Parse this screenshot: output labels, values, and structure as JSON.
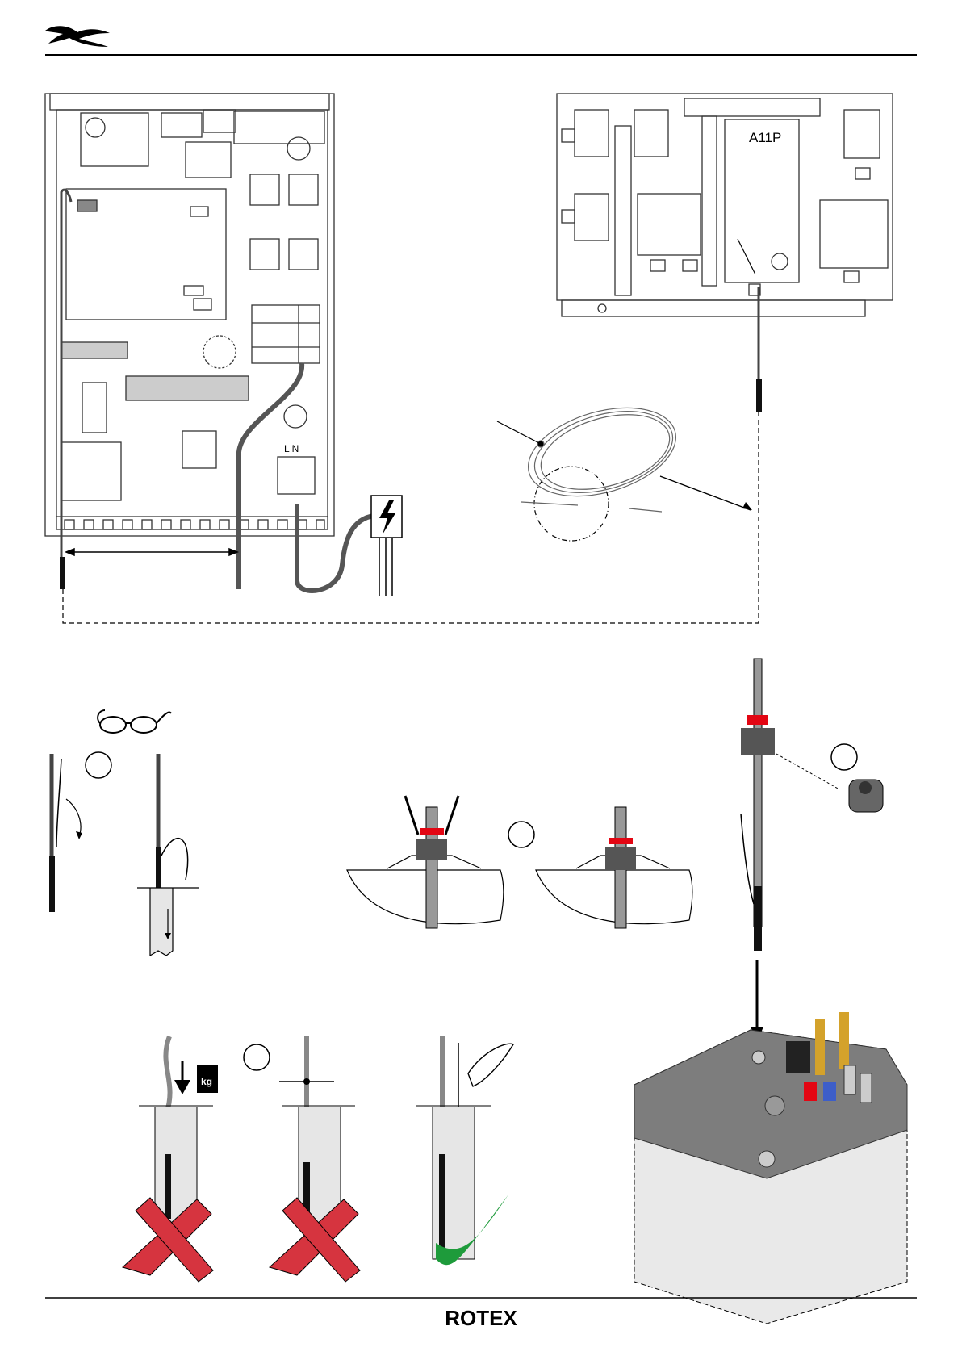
{
  "header": {
    "logo_icon": "rotex-wave-logo-icon"
  },
  "control_panel": {
    "module_label": "A11P",
    "terminal_label": "L N"
  },
  "weight_icon": {
    "label": "kg"
  },
  "footer": {
    "brand": "ROTEX"
  },
  "colors": {
    "red_seal": "#e30613",
    "cross_red": "#d6343f",
    "check_green": "#1e9b3b",
    "tank_grey": "#7d7d7d"
  }
}
